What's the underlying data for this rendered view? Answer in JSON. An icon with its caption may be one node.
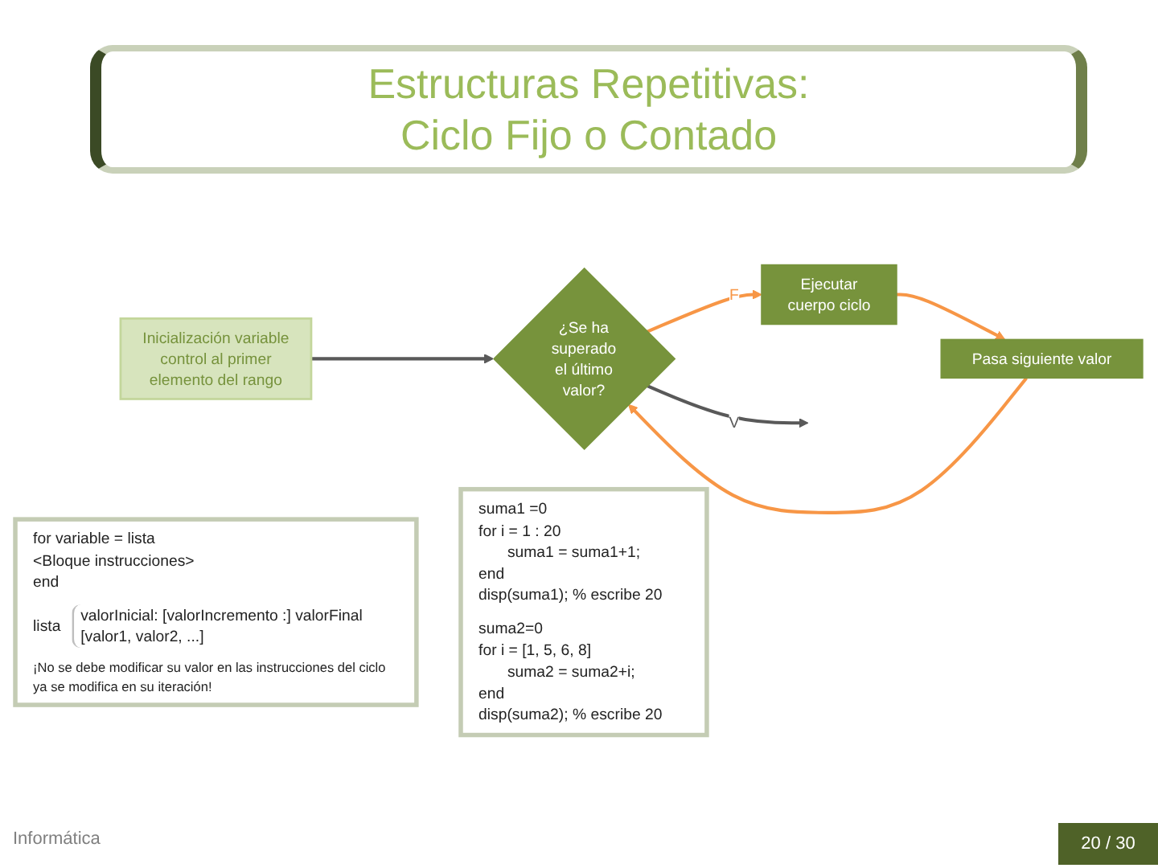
{
  "diagram": {
    "title": "Estructuras Repetitivas: Ciclo Fijo o Contado",
    "nodes": [
      {
        "text": [
          "Inicialización variable control al primer elemento del rango"
        ]
      },
      {
        "text": [
          "¿Se ha superado el último valor?"
        ]
      },
      {
        "text": [
          "Pasa siguiente valor"
        ]
      },
      {
        "text": [
          "Ejecutar cuerpo ciclo"
        ]
      },
      {
        "text": [
          "for variable = lista",
          "<Bloque instrucciones>",
          "end",
          "lista",
          "valorInicial: [valorIncremento :] valorFinal",
          "[valor1, valor2, ...]",
          "¡No se debe modificar su valor en las instrucciones del ciclo ya se modifica en su iteración!"
        ]
      },
      {
        "text": [
          "suma1 =0",
          "for i = 1 : 20",
          "suma1 = suma1+1;",
          "end",
          "disp(suma1); % escribe 20",
          "suma2=0",
          "for i = [1, 5, 6, 8]",
          "suma2 = suma2+i;",
          "end",
          "disp(suma2); % escribe 20"
        ]
      }
    ],
    "edges": [
      {
        "from": 0,
        "to": 1,
        "arrow": "to",
        "color": "#595959"
      },
      {
        "from": 1,
        "to": 3,
        "arrow": "to",
        "label": "F"
      },
      {
        "from": 3,
        "to": 2,
        "arrow": "to"
      },
      {
        "from": 2,
        "to": 1,
        "arrow": "to"
      },
      {
        "from": 1,
        "to": null,
        "arrow": "to",
        "label": "V",
        "color": "#595959"
      }
    ],
    "labels": [
      "Informática",
      "20 / 30"
    ]
  }
}
